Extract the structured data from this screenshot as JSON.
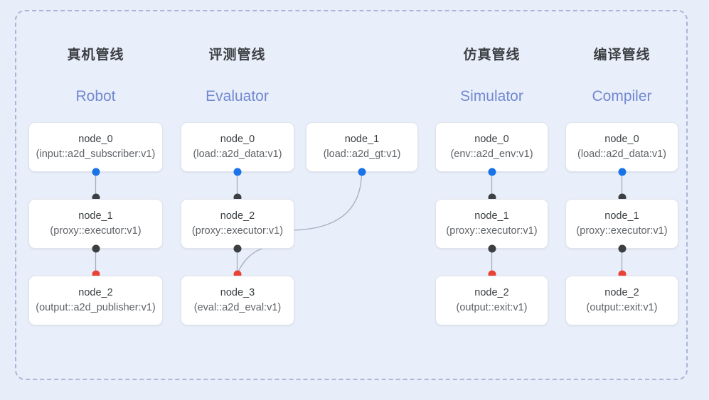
{
  "diagram": {
    "background_color": "#e8edfa",
    "frame_color": "#a9b6d6",
    "port_colors": {
      "input": "#1a73e8",
      "intermediate": "#3c4043",
      "output": "#ea4335"
    },
    "title_color": "#3c4043",
    "subtitle_color": "#7289cf"
  },
  "columns": [
    {
      "title": "真机管线",
      "subtitle": "Robot",
      "nodes": [
        {
          "id": "node_0",
          "type": "(input::a2d_subscriber:v1)"
        },
        {
          "id": "node_1",
          "type": "(proxy::executor:v1)"
        },
        {
          "id": "node_2",
          "type": "(output::a2d_publisher:v1)"
        }
      ]
    },
    {
      "title": "评测管线",
      "subtitle": "Evaluator",
      "nodes": [
        {
          "id": "node_0",
          "type": "(load::a2d_data:v1)"
        },
        {
          "id": "node_1",
          "type": "(load::a2d_gt:v1)"
        },
        {
          "id": "node_2",
          "type": "(proxy::executor:v1)"
        },
        {
          "id": "node_3",
          "type": "(eval::a2d_eval:v1)"
        }
      ]
    },
    {
      "title": "仿真管线",
      "subtitle": "Simulator",
      "nodes": [
        {
          "id": "node_0",
          "type": "(env::a2d_env:v1)"
        },
        {
          "id": "node_1",
          "type": "(proxy::executor:v1)"
        },
        {
          "id": "node_2",
          "type": "(output::exit:v1)"
        }
      ]
    },
    {
      "title": "编译管线",
      "subtitle": "Compiler",
      "nodes": [
        {
          "id": "node_0",
          "type": "(load::a2d_data:v1)"
        },
        {
          "id": "node_1",
          "type": "(proxy::executor:v1)"
        },
        {
          "id": "node_2",
          "type": "(output::exit:v1)"
        }
      ]
    }
  ]
}
